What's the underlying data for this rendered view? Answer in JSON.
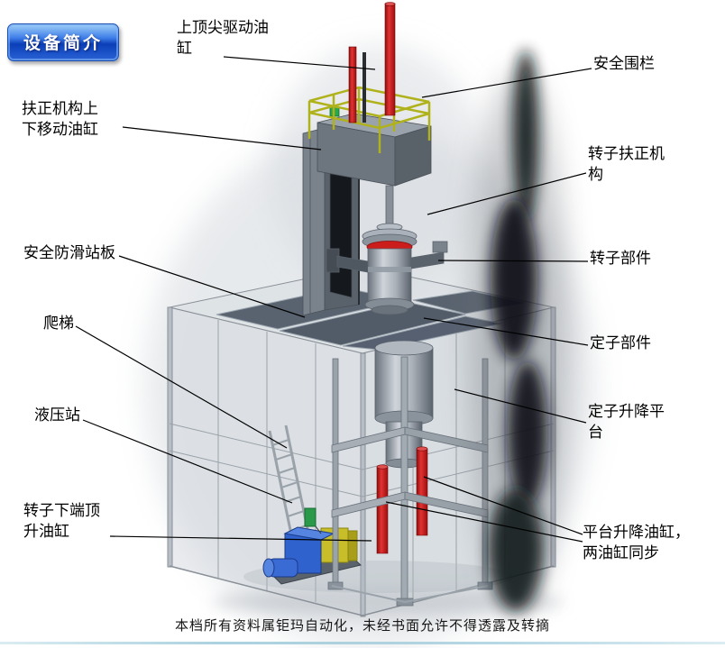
{
  "badge": {
    "label": "设备简介"
  },
  "callouts": {
    "left": [
      {
        "id": "top-spindle-drive-cylinder",
        "text": "上顶尖驱动油\n缸"
      },
      {
        "id": "centering-updown-cylinder",
        "text": "扶正机构上\n下移动油缸"
      },
      {
        "id": "anti-slip-standing-plate",
        "text": "安全防滑站板"
      },
      {
        "id": "ladder",
        "text": "爬梯"
      },
      {
        "id": "hydraulic-station",
        "text": "液压站"
      },
      {
        "id": "rotor-bottom-jackup-cylinder",
        "text": "转子下端顶\n升油缸"
      }
    ],
    "right": [
      {
        "id": "safety-fence",
        "text": "安全围栏"
      },
      {
        "id": "rotor-centering-mechanism",
        "text": "转子扶正机\n构"
      },
      {
        "id": "rotor-component",
        "text": "转子部件"
      },
      {
        "id": "stator-component",
        "text": "定子部件"
      },
      {
        "id": "stator-lift-platform",
        "text": "定子升降平\n台"
      },
      {
        "id": "platform-lift-cylinders",
        "text": "平台升降油缸，\n两油缸同步"
      }
    ]
  },
  "footer": {
    "text": "本档所有资料属钜玛自动化，未经书面允许不得透露及转摘"
  },
  "colors": {
    "badge_blue": "#1a52c8",
    "cylinder_red": "#cc1d1d",
    "railing_yellow": "#b0b21c",
    "hydraulic_blue": "#2f62cc",
    "machine_gray": "#9aa2ac"
  }
}
